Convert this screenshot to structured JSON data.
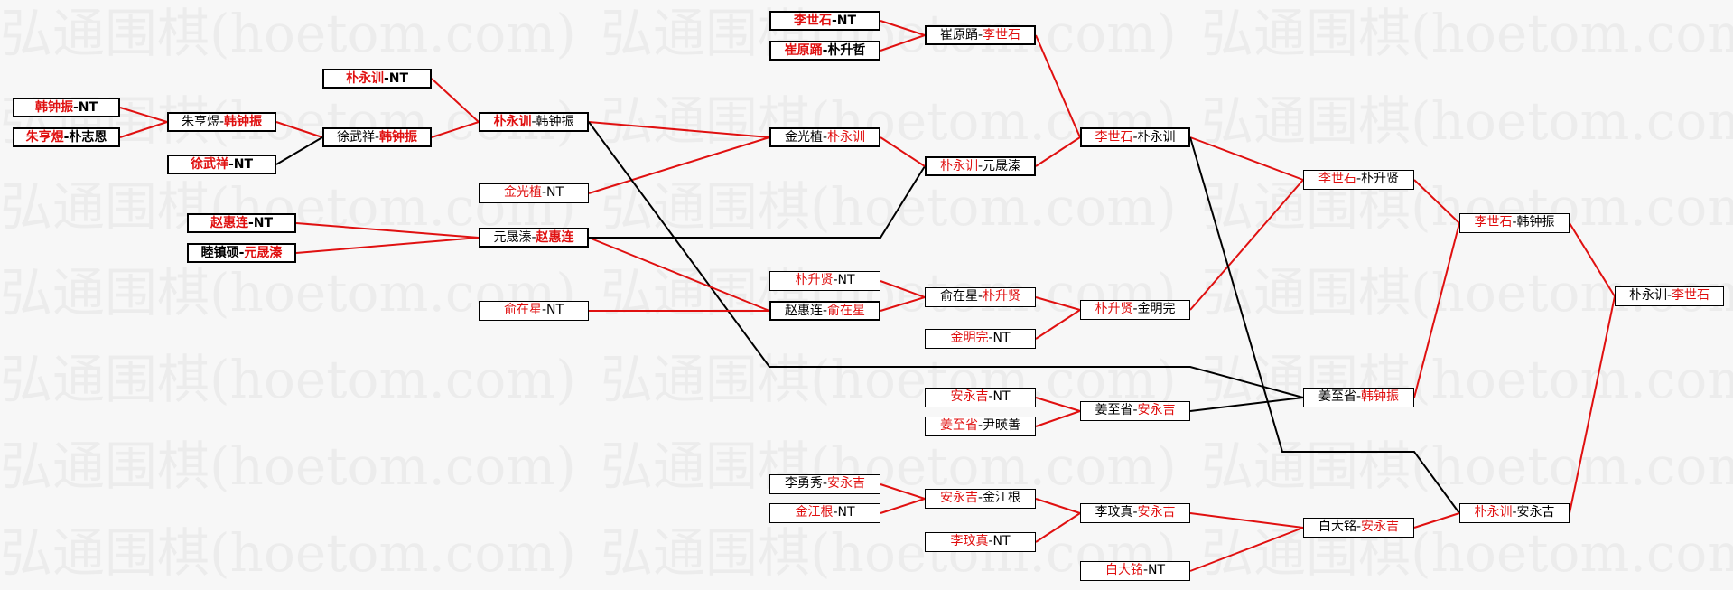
{
  "watermark": "弘通围棋(hoetom.com)",
  "colors": {
    "win": "#e01010",
    "loss": "#000000",
    "box_bg": "#ffffff"
  },
  "nodes": {
    "han_nt": [
      {
        "t": "韩钟振",
        "c": "r",
        "b": 1
      },
      {
        "t": "-NT",
        "c": "k",
        "b": 1
      }
    ],
    "zhu_pu": [
      {
        "t": "朱亨煜",
        "c": "r",
        "b": 1
      },
      {
        "t": "-朴志恩",
        "c": "k",
        "b": 1
      }
    ],
    "xu_nt": [
      {
        "t": "徐武祥",
        "c": "r",
        "b": 1
      },
      {
        "t": "-NT",
        "c": "k",
        "b": 1
      }
    ],
    "zhu_han": [
      {
        "t": "朱亨煜-",
        "c": "k"
      },
      {
        "t": "韩钟振",
        "c": "r",
        "b": 1
      }
    ],
    "xu_han": [
      {
        "t": "徐武祥-",
        "c": "k"
      },
      {
        "t": "韩钟振",
        "c": "r",
        "b": 1
      }
    ],
    "pyx_nt": [
      {
        "t": "朴永训",
        "c": "r",
        "b": 1
      },
      {
        "t": "-NT",
        "c": "k",
        "b": 1
      }
    ],
    "pyx_han": [
      {
        "t": "朴永训",
        "c": "r",
        "b": 1
      },
      {
        "t": "-韩钟振",
        "c": "k"
      }
    ],
    "jgz_nt": [
      {
        "t": "金光植",
        "c": "r"
      },
      {
        "t": "-NT",
        "c": "k"
      }
    ],
    "zhao_nt": [
      {
        "t": "赵惠连",
        "c": "r",
        "b": 1
      },
      {
        "t": "-NT",
        "c": "k",
        "b": 1
      }
    ],
    "mu_yuan": [
      {
        "t": "睦镇硕-",
        "c": "k",
        "b": 1
      },
      {
        "t": "元晟溱",
        "c": "r",
        "b": 1
      }
    ],
    "yuan_zhao": [
      {
        "t": "元晟溱-",
        "c": "k"
      },
      {
        "t": "赵惠连",
        "c": "r",
        "b": 1
      }
    ],
    "yu_nt": [
      {
        "t": "俞在星",
        "c": "r"
      },
      {
        "t": "-NT",
        "c": "k"
      }
    ],
    "lss_nt": [
      {
        "t": "李世石",
        "c": "r",
        "b": 1
      },
      {
        "t": "-NT",
        "c": "k",
        "b": 1
      }
    ],
    "cui_pu": [
      {
        "t": "崔原踊",
        "c": "r",
        "b": 1
      },
      {
        "t": "-朴升哲",
        "c": "k",
        "b": 1
      }
    ],
    "jin_pyx": [
      {
        "t": "金光植-",
        "c": "k"
      },
      {
        "t": "朴永训",
        "c": "r"
      }
    ],
    "psx_nt": [
      {
        "t": "朴升贤",
        "c": "r"
      },
      {
        "t": "-NT",
        "c": "k"
      }
    ],
    "zhao_yu": [
      {
        "t": "赵惠连-",
        "c": "k"
      },
      {
        "t": "俞在星",
        "c": "r"
      }
    ],
    "cui_lss": [
      {
        "t": "崔原踊-",
        "c": "k"
      },
      {
        "t": "李世石",
        "c": "r"
      }
    ],
    "pyx_yuan": [
      {
        "t": "朴永训",
        "c": "r"
      },
      {
        "t": "-元晟溱",
        "c": "k"
      }
    ],
    "yu_psx": [
      {
        "t": "俞在星-",
        "c": "k"
      },
      {
        "t": "朴升贤",
        "c": "r"
      }
    ],
    "jmw_nt": [
      {
        "t": "金明完",
        "c": "r"
      },
      {
        "t": "-NT",
        "c": "k"
      }
    ],
    "ayj_nt": [
      {
        "t": "安永吉",
        "c": "r"
      },
      {
        "t": "-NT",
        "c": "k"
      }
    ],
    "jzs_yin": [
      {
        "t": "姜至省",
        "c": "r"
      },
      {
        "t": "-尹暎善",
        "c": "k"
      }
    ],
    "lyx_ayj": [
      {
        "t": "李勇秀-",
        "c": "k"
      },
      {
        "t": "安永吉",
        "c": "r"
      }
    ],
    "jjg_nt": [
      {
        "t": "金江根",
        "c": "r"
      },
      {
        "t": "-NT",
        "c": "k"
      }
    ],
    "ayj_jin": [
      {
        "t": "安永吉",
        "c": "r"
      },
      {
        "t": "-金江根",
        "c": "k"
      }
    ],
    "lmz_nt": [
      {
        "t": "李玟真",
        "c": "r"
      },
      {
        "t": "-NT",
        "c": "k"
      }
    ],
    "lss_pyx": [
      {
        "t": "李世石",
        "c": "r"
      },
      {
        "t": "-朴永训",
        "c": "k"
      }
    ],
    "psx_jmw": [
      {
        "t": "朴升贤",
        "c": "r"
      },
      {
        "t": "-金明完",
        "c": "k"
      }
    ],
    "jzs_ayj": [
      {
        "t": "姜至省-",
        "c": "k"
      },
      {
        "t": "安永吉",
        "c": "r"
      }
    ],
    "lmz_ayj": [
      {
        "t": "李玟真-",
        "c": "k"
      },
      {
        "t": "安永吉",
        "c": "r"
      }
    ],
    "bdm_nt": [
      {
        "t": "白大铭",
        "c": "r"
      },
      {
        "t": "-NT",
        "c": "k"
      }
    ],
    "lss_psx": [
      {
        "t": "李世石",
        "c": "r"
      },
      {
        "t": "-朴升贤",
        "c": "k"
      }
    ],
    "jzs_han": [
      {
        "t": "姜至省-",
        "c": "k"
      },
      {
        "t": "韩钟振",
        "c": "r"
      }
    ],
    "bdm_ayj": [
      {
        "t": "白大铭-",
        "c": "k"
      },
      {
        "t": "安永吉",
        "c": "r"
      }
    ],
    "lss_han": [
      {
        "t": "李世石",
        "c": "r"
      },
      {
        "t": "-韩钟振",
        "c": "k"
      }
    ],
    "pyx_ayj": [
      {
        "t": "朴永训",
        "c": "r"
      },
      {
        "t": "-安永吉",
        "c": "k"
      }
    ],
    "final": [
      {
        "t": "朴永训-",
        "c": "k"
      },
      {
        "t": "李世石",
        "c": "r"
      }
    ]
  }
}
